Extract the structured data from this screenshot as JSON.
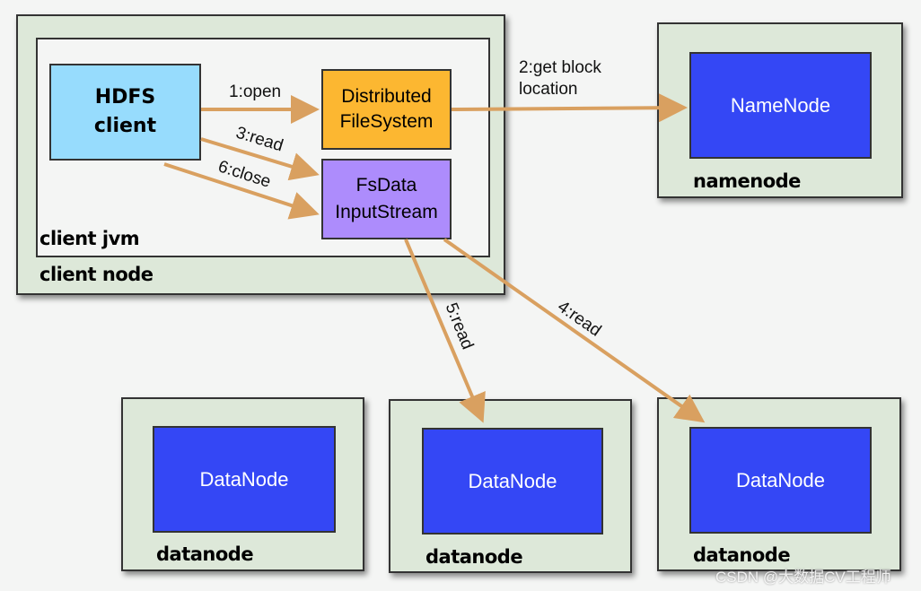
{
  "client_node": {
    "label": "client node",
    "jvm_label": "client jvm",
    "hdfs_client": "HDFS\nclient",
    "dfs": "Distributed\nFileSystem",
    "fsdata": "FsData\nInputStream"
  },
  "namenode": {
    "label": "namenode",
    "inner": "NameNode"
  },
  "datanodes": [
    {
      "label": "datanode",
      "inner": "DataNode"
    },
    {
      "label": "datanode",
      "inner": "DataNode"
    },
    {
      "label": "datanode",
      "inner": "DataNode"
    }
  ],
  "arrows": {
    "open": "1:open",
    "get_block": "2:get block\nlocation",
    "read3": "3:read",
    "read4": "4:read",
    "read5": "5:read",
    "close": "6:close"
  },
  "colors": {
    "hdfs_client": "#97dcfd",
    "dfs": "#fcb731",
    "fsdata": "#ad8cfc",
    "node_inner": "#3447f5",
    "node_bg": "#dde8d9",
    "arrow": "#d9a060"
  },
  "watermark": "CSDN @大数据CV工程师"
}
